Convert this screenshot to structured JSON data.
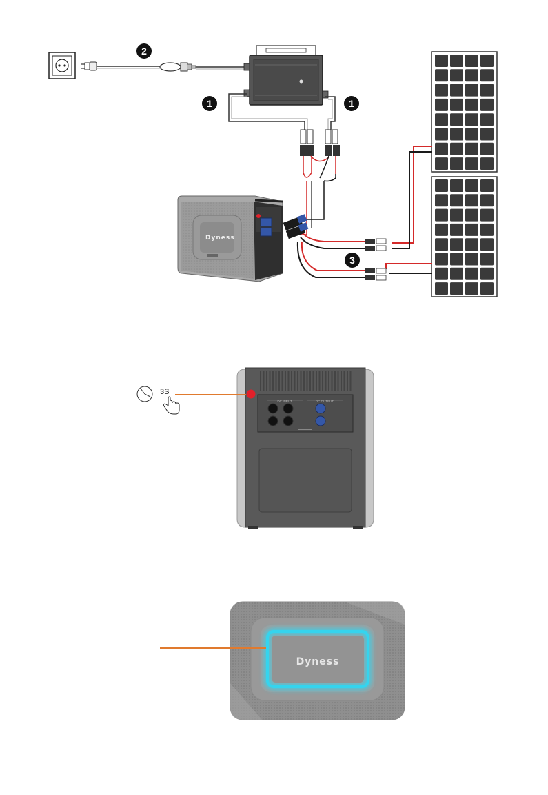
{
  "diagram1": {
    "markers": [
      "1",
      "2",
      "1",
      "3"
    ],
    "battery_brand": "Dyness"
  },
  "diagram2": {
    "hold_time": "3S",
    "port_label_left": "DC INPUT",
    "port_label_right": "DC OUTPUT"
  },
  "diagram3": {
    "brand": "Dyness",
    "ring_color": "#35d4ee"
  },
  "colors": {
    "callout": "#e07a2e",
    "button": "#e3202a",
    "cable_red": "#d42a2a",
    "cable_black": "#1a1a1a",
    "panel_cell": "#3a3a3a",
    "connector_blue": "#3457a8"
  }
}
